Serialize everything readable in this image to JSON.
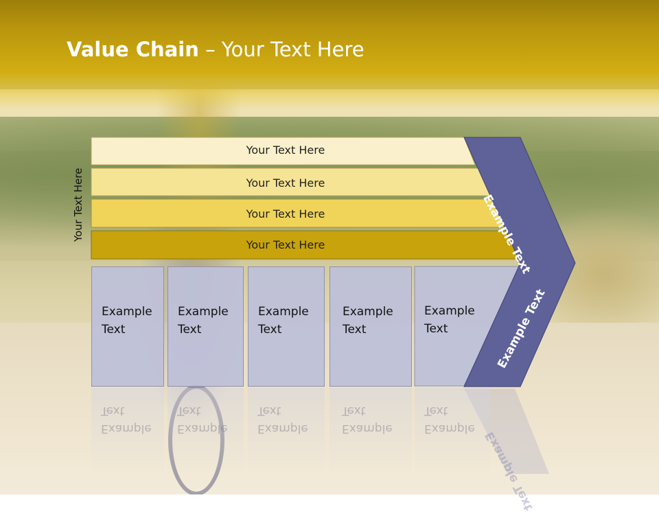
{
  "slide": {
    "title_bold": "Value Chain",
    "title_rest": " – Your Text Here",
    "side_label": "Your Text Here"
  },
  "support_rows": [
    {
      "label": "Your Text Here",
      "fill": "#faf1cc"
    },
    {
      "label": "Your Text Here",
      "fill": "#f6e495"
    },
    {
      "label": "Your Text Here",
      "fill": "#f0d45a"
    },
    {
      "label": "Your Text Here",
      "fill": "#c8a30c"
    }
  ],
  "primary_boxes": [
    {
      "line1": "Example",
      "line2": "Text"
    },
    {
      "line1": "Example",
      "line2": "Text"
    },
    {
      "line1": "Example",
      "line2": "Text"
    },
    {
      "line1": "Example",
      "line2": "Text"
    },
    {
      "line1": "Example",
      "line2": "Text"
    }
  ],
  "chevron": {
    "upper_label": "Example Text",
    "lower_label": "Example Text",
    "fill": "#5f6298"
  }
}
